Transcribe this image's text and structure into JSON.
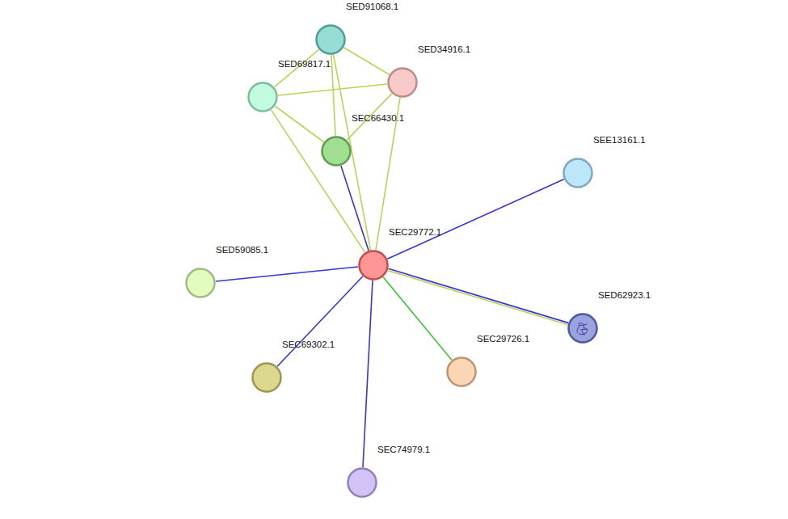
{
  "diagram": {
    "nodes": [
      {
        "text": [
          "SED91068.1"
        ]
      },
      {
        "text": [
          "SED34916.1"
        ]
      },
      {
        "text": [
          "SED69817.1"
        ]
      },
      {
        "text": [
          "SEC66430.1"
        ]
      },
      {
        "text": [
          "SEE13161.1"
        ]
      },
      {
        "text": [
          "SEC29772.1"
        ]
      },
      {
        "text": [
          "SED59085.1"
        ]
      },
      {
        "text": [
          "SED62923.1"
        ]
      },
      {
        "text": [
          "SEC29726.1"
        ]
      },
      {
        "text": [
          "SEC69302.1"
        ]
      },
      {
        "text": [
          "SEC74979.1"
        ]
      }
    ],
    "edges": [
      {
        "from": 0,
        "to": 1,
        "arrow": "none"
      },
      {
        "from": 0,
        "to": 2,
        "arrow": "none"
      },
      {
        "from": 0,
        "to": 3,
        "arrow": "none"
      },
      {
        "from": 0,
        "to": 5,
        "arrow": "none"
      },
      {
        "from": 2,
        "to": 1,
        "arrow": "none"
      },
      {
        "from": 2,
        "to": 3,
        "arrow": "none"
      },
      {
        "from": 2,
        "to": 5,
        "arrow": "none"
      },
      {
        "from": 1,
        "to": 3,
        "arrow": "none"
      },
      {
        "from": 1,
        "to": 5,
        "arrow": "none"
      },
      {
        "from": 3,
        "to": 5,
        "arrow": "none"
      },
      {
        "from": 5,
        "to": 4,
        "arrow": "none"
      },
      {
        "from": 5,
        "to": 6,
        "arrow": "none"
      },
      {
        "from": 5,
        "to": 7,
        "arrow": "none"
      },
      {
        "from": 5,
        "to": 9,
        "arrow": "none"
      },
      {
        "from": 5,
        "to": 8,
        "arrow": "none"
      },
      {
        "from": 5,
        "to": 10,
        "arrow": "none"
      }
    ]
  }
}
